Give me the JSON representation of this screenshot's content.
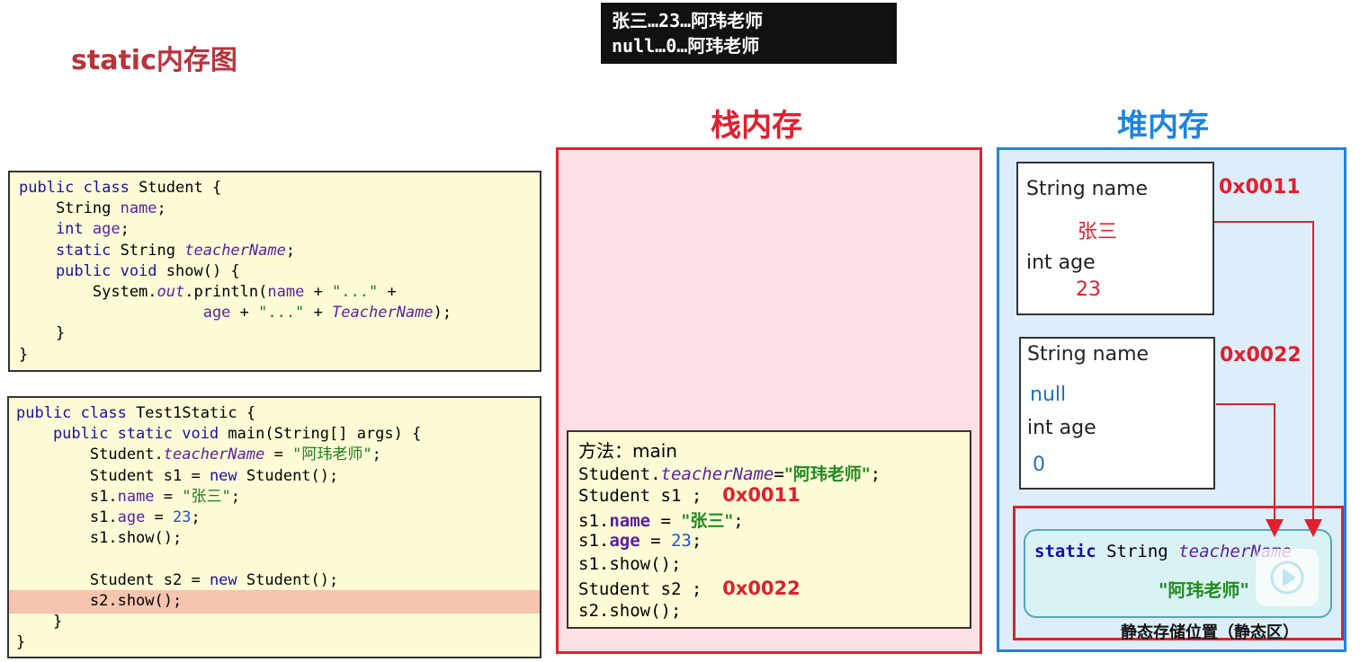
{
  "title": "static内存图",
  "console": {
    "lines": [
      "张三…23…阿玮老师",
      "null…0…阿玮老师"
    ]
  },
  "code_student": [
    [
      {
        "t": "public class",
        "c": "kw"
      },
      {
        "t": " Student {",
        "c": ""
      }
    ],
    [
      {
        "t": "    String ",
        "c": ""
      },
      {
        "t": "name",
        "c": "fld"
      },
      {
        "t": ";",
        "c": ""
      }
    ],
    [
      {
        "t": "    int",
        "c": "kw"
      },
      {
        "t": " ",
        "c": ""
      },
      {
        "t": "age",
        "c": "fld"
      },
      {
        "t": ";",
        "c": ""
      }
    ],
    [
      {
        "t": "    static",
        "c": "kw"
      },
      {
        "t": " String ",
        "c": ""
      },
      {
        "t": "teacherName",
        "c": "itf"
      },
      {
        "t": ";",
        "c": ""
      }
    ],
    [
      {
        "t": "    public void",
        "c": "kw"
      },
      {
        "t": " show() {",
        "c": ""
      }
    ],
    [
      {
        "t": "        System.",
        "c": ""
      },
      {
        "t": "out",
        "c": "itf"
      },
      {
        "t": ".println(",
        "c": ""
      },
      {
        "t": "name",
        "c": "fld"
      },
      {
        "t": " + ",
        "c": ""
      },
      {
        "t": "\"...\"",
        "c": "str"
      },
      {
        "t": " +",
        "c": ""
      }
    ],
    [
      {
        "t": "                    ",
        "c": ""
      },
      {
        "t": "age",
        "c": "fld"
      },
      {
        "t": " + ",
        "c": ""
      },
      {
        "t": "\"...\"",
        "c": "str"
      },
      {
        "t": " + ",
        "c": ""
      },
      {
        "t": "TeacherName",
        "c": "itf"
      },
      {
        "t": ");",
        "c": ""
      }
    ],
    [
      {
        "t": "    }",
        "c": ""
      }
    ],
    [
      {
        "t": "}",
        "c": ""
      }
    ]
  ],
  "code_test": [
    [
      {
        "t": "public class",
        "c": "kw"
      },
      {
        "t": " Test1Static {",
        "c": ""
      }
    ],
    [
      {
        "t": "    public static void",
        "c": "kw"
      },
      {
        "t": " main(String[] args) {",
        "c": ""
      }
    ],
    [
      {
        "t": "        Student.",
        "c": ""
      },
      {
        "t": "teacherName",
        "c": "itf"
      },
      {
        "t": " = ",
        "c": ""
      },
      {
        "t": "\"阿玮老师\"",
        "c": "str"
      },
      {
        "t": ";",
        "c": ""
      }
    ],
    [
      {
        "t": "        Student s1 = ",
        "c": ""
      },
      {
        "t": "new",
        "c": "kw"
      },
      {
        "t": " Student();",
        "c": ""
      }
    ],
    [
      {
        "t": "        s1.",
        "c": ""
      },
      {
        "t": "name",
        "c": "fld"
      },
      {
        "t": " = ",
        "c": ""
      },
      {
        "t": "\"张三\"",
        "c": "str"
      },
      {
        "t": ";",
        "c": ""
      }
    ],
    [
      {
        "t": "        s1.",
        "c": ""
      },
      {
        "t": "age",
        "c": "fld"
      },
      {
        "t": " = ",
        "c": ""
      },
      {
        "t": "23",
        "c": "num"
      },
      {
        "t": ";",
        "c": ""
      }
    ],
    [
      {
        "t": "        s1.show();",
        "c": ""
      }
    ],
    [
      {
        "t": "",
        "c": ""
      }
    ],
    [
      {
        "t": "        Student s2 = ",
        "c": ""
      },
      {
        "t": "new",
        "c": "kw"
      },
      {
        "t": " Student();",
        "c": ""
      }
    ],
    [
      {
        "t": "        s2.show();",
        "c": ""
      }
    ],
    [
      {
        "t": "    }",
        "c": ""
      }
    ],
    [
      {
        "t": "}",
        "c": ""
      }
    ]
  ],
  "stack": {
    "title": "栈内存",
    "frame_title": "方法：main",
    "lines": [
      [
        {
          "t": "Student.",
          "c": ""
        },
        {
          "t": "teacherName",
          "c": "itf"
        },
        {
          "t": "=",
          "c": ""
        },
        {
          "t": "\"阿玮老师\"",
          "c": "sb"
        },
        {
          "t": ";",
          "c": ""
        }
      ],
      [
        {
          "t": "Student s1 ;  ",
          "c": ""
        },
        {
          "t": "0x0011",
          "c": "ad"
        }
      ],
      [
        {
          "t": "s1.",
          "c": ""
        },
        {
          "t": "name",
          "c": "fb"
        },
        {
          "t": " = ",
          "c": ""
        },
        {
          "t": "\"张三\"",
          "c": "sb"
        },
        {
          "t": ";",
          "c": ""
        }
      ],
      [
        {
          "t": "s1.",
          "c": ""
        },
        {
          "t": "age",
          "c": "fb"
        },
        {
          "t": " = ",
          "c": ""
        },
        {
          "t": "23",
          "c": "num"
        },
        {
          "t": ";",
          "c": ""
        }
      ],
      [
        {
          "t": "s1.show();",
          "c": ""
        }
      ],
      [
        {
          "t": "Student s2 ;  ",
          "c": ""
        },
        {
          "t": "0x0022",
          "c": "ad"
        }
      ],
      [
        {
          "t": "s2.show();",
          "c": ""
        }
      ]
    ]
  },
  "heap": {
    "title": "堆内存",
    "obj1": {
      "name_label": "String name",
      "name_value": "张三",
      "age_label": "int age",
      "age_value": "23",
      "address": "0x0011"
    },
    "obj2": {
      "name_label": "String name",
      "name_value": "null",
      "age_label": "int age",
      "age_value": "0",
      "address": "0x0022"
    },
    "static_area": {
      "kw": "static",
      "type": "String",
      "field": "teacherName",
      "value": "\"阿玮老师\"",
      "label": "静态存储位置（静态区）"
    }
  },
  "colors": {
    "stack_border": "#e0202e",
    "heap_border": "#1d84e0",
    "title": "#b8333b"
  }
}
